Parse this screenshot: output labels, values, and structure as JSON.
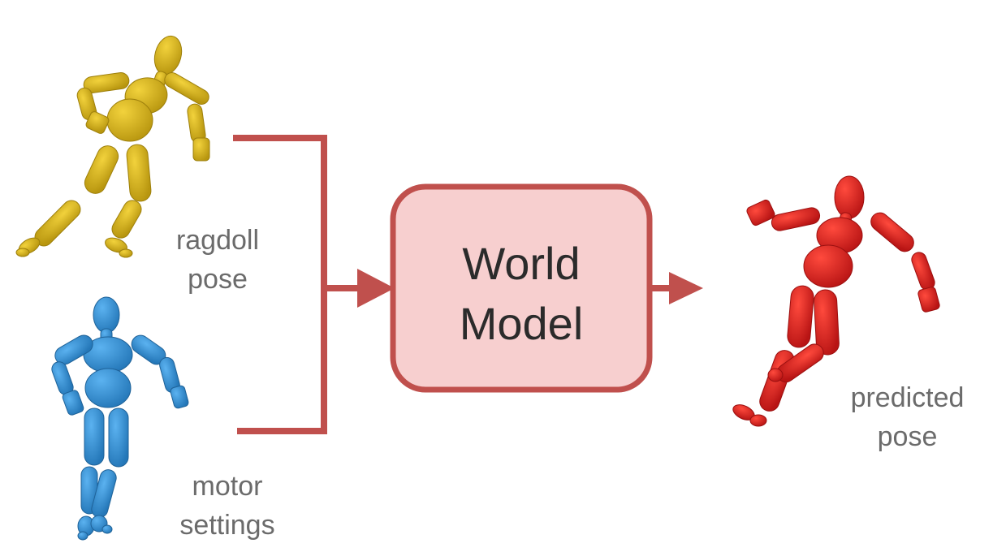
{
  "diagram": {
    "box": {
      "line1": "World",
      "line2": "Model"
    },
    "inputs": {
      "ragdoll_pose": {
        "line1": "ragdoll",
        "line2": "pose",
        "figure_color": "#D9B41E"
      },
      "motor_settings": {
        "line1": "motor",
        "line2": "settings",
        "figure_color": "#3A97DD"
      }
    },
    "output": {
      "predicted_pose": {
        "line1": "predicted",
        "line2": "pose",
        "figure_color": "#E02424"
      }
    },
    "colors": {
      "connector": "#C0504D",
      "box_fill": "#F7CFCF",
      "box_stroke": "#C0504D",
      "label_text": "#6B6B6B",
      "box_text": "#2B2B2B"
    }
  }
}
